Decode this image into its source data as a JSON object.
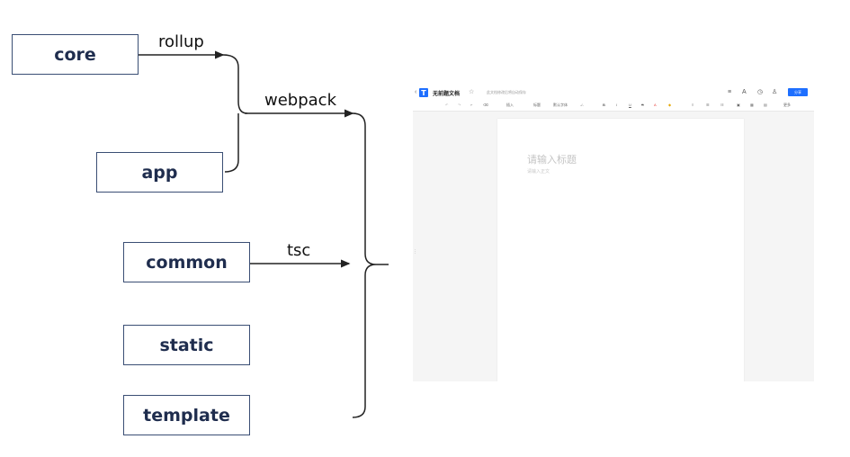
{
  "diagram": {
    "nodes": {
      "core": "core",
      "app": "app",
      "common": "common",
      "static": "static",
      "template": "template"
    },
    "edges": {
      "rollup": "rollup",
      "webpack": "webpack",
      "tsc": "tsc"
    }
  },
  "editor": {
    "doc_name": "无前题文档",
    "save_status": "此文档修改后将自动保存",
    "share_label": "分享",
    "toolbar": {
      "insert": "插入",
      "heading": "标题",
      "font": "默认字体",
      "more": "更多"
    },
    "title_placeholder": "请输入标题",
    "body_placeholder": "请输入正文"
  },
  "colors": {
    "box_border": "#3a4e74",
    "box_text": "#1f2d4e",
    "accent": "#1e6fff"
  }
}
